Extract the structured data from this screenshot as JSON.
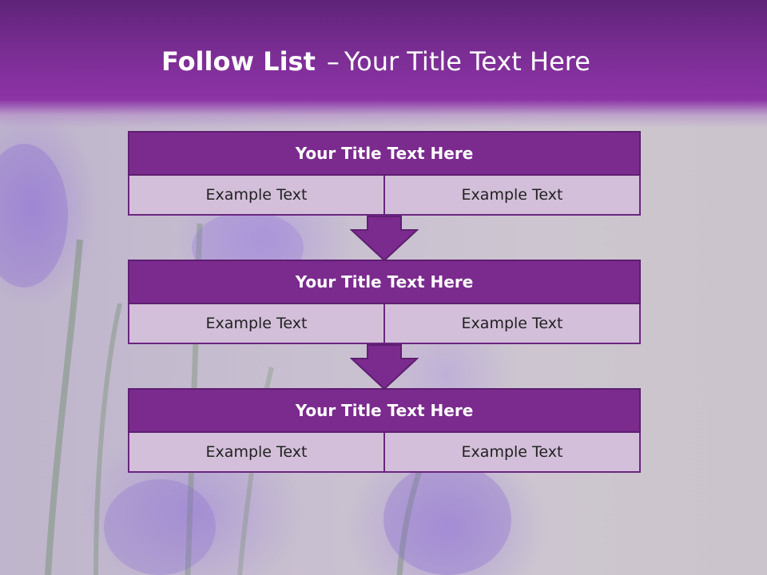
{
  "title": {
    "bold": "Follow List",
    "dash": "–",
    "rest": "Your Title Text Here"
  },
  "steps": [
    {
      "title": "Your Title Text Here",
      "left": "Example Text",
      "right": "Example Text"
    },
    {
      "title": "Your Title Text Here",
      "left": "Example Text",
      "right": "Example Text"
    },
    {
      "title": "Your Title Text Here",
      "left": "Example Text",
      "right": "Example Text"
    }
  ],
  "colors": {
    "header": "#7b2a8e",
    "cell": "#d3bfd9",
    "border": "#5e1f70"
  }
}
